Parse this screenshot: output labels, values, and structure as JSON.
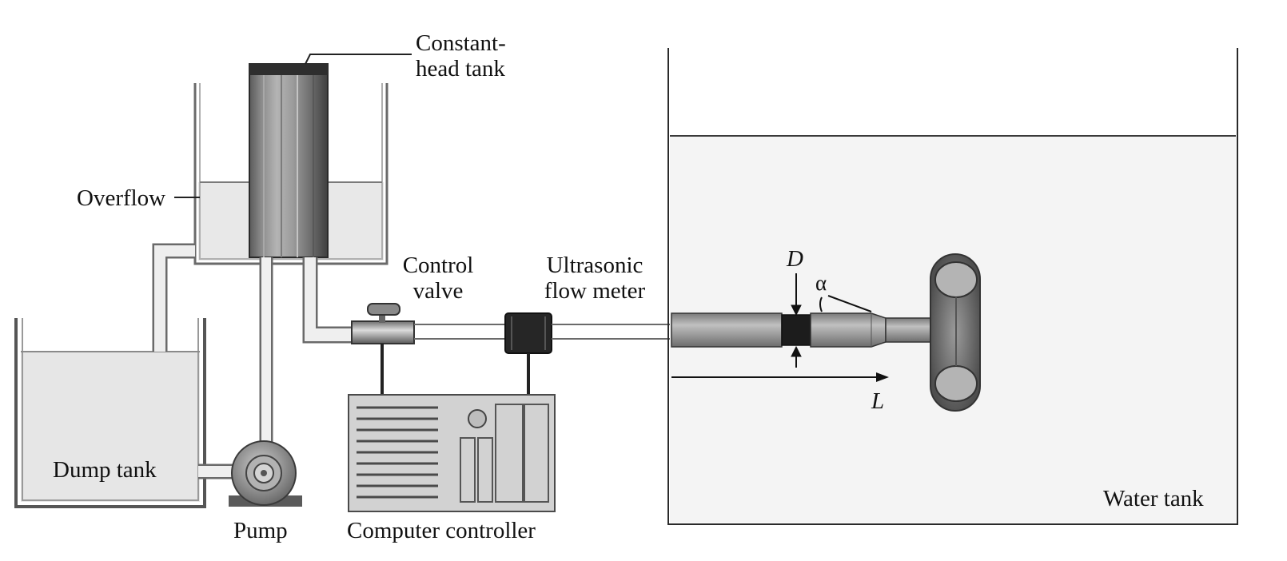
{
  "labels": {
    "constant_head_tank": "Constant-\nhead tank",
    "overflow": "Overflow",
    "control_valve": "Control\nvalve",
    "ultrasonic_flow_meter": "Ultrasonic\nflow meter",
    "dump_tank": "Dump tank",
    "pump": "Pump",
    "computer_controller": "Computer controller",
    "water_tank": "Water tank",
    "diameter_symbol": "D",
    "angle_symbol": "α",
    "length_symbol": "L"
  }
}
